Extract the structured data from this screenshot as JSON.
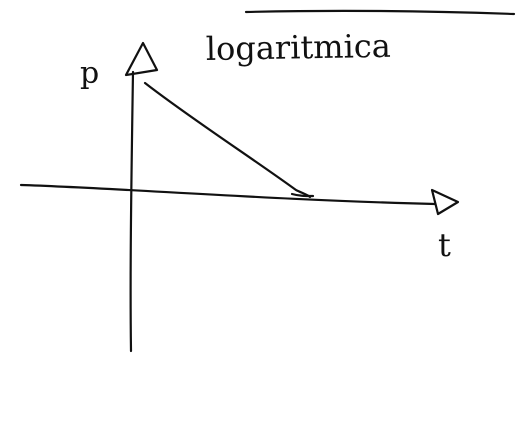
{
  "diagram": {
    "title": "logaritmica",
    "y_axis_label": "p",
    "x_axis_label": "t",
    "ink_color": "#111111",
    "background_color": "#ffffff"
  }
}
